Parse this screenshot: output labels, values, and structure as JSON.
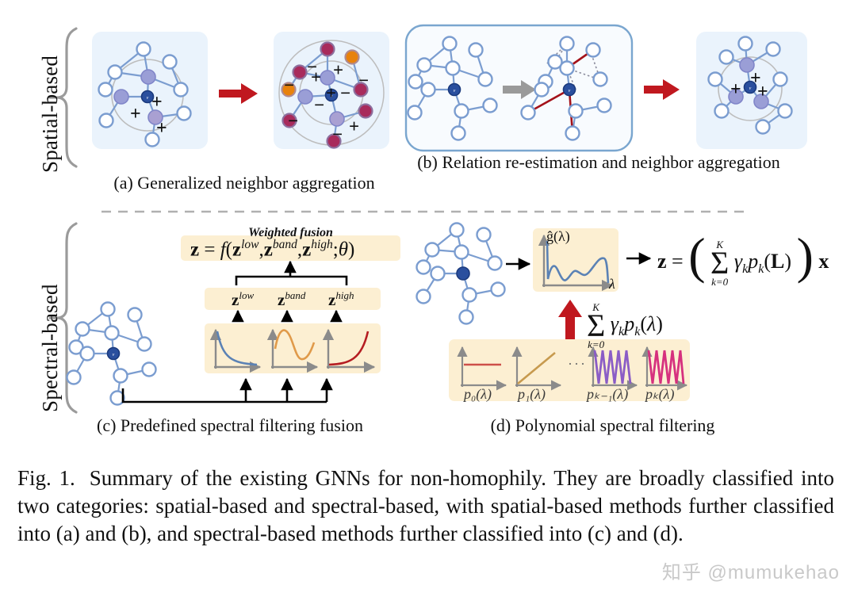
{
  "figure": {
    "title_prefix": "Fig. 1.",
    "caption": "Summary of the existing GNNs for non-homophily. They are broadly classified into two categories: spatial-based and spectral-based, with spatial-based methods further classified into (a) and (b), and spectral-based methods further classified into (c) and (d).",
    "watermark": "知乎 @mumukehao"
  },
  "groups": [
    {
      "id": "spatial",
      "label": "Spatial-based"
    },
    {
      "id": "spectral",
      "label": "Spectral-based"
    }
  ],
  "panels": {
    "a": {
      "caption": "(a) Generalized neighbor aggregation",
      "left_signs": [
        "+",
        "+",
        "+"
      ],
      "right_signs": [
        "−",
        "+",
        "+",
        "−",
        "+",
        "−",
        "−",
        "−",
        "−",
        "+",
        "−"
      ],
      "center_node_label": "v",
      "arrow_color": "#c0181f"
    },
    "b": {
      "caption": "(b) Relation re-estimation and neighbor aggregation",
      "signs": [
        "+",
        "+",
        "+"
      ],
      "center_node_label": "v",
      "arrow1_color": "#9a9a9a",
      "arrow2_color": "#c0181f",
      "reestimated_edge_color": "#a4121a"
    },
    "c": {
      "caption": "(c) Predefined spectral filtering fusion",
      "fusion_label": "Weighted fusion",
      "fusion_formula": "z = f(z^low, z^band, z^high; θ)",
      "z_terms": [
        "z low",
        "z band",
        "z high"
      ],
      "filters": [
        {
          "name": "low-pass",
          "color": "#5b82b5"
        },
        {
          "name": "band-pass",
          "color": "#e09a4a"
        },
        {
          "name": "high-pass",
          "color": "#b51d22"
        }
      ],
      "center_node_label": "v",
      "panel_fill": "#fcefd2"
    },
    "d": {
      "caption": "(d) Polynomial spectral filtering",
      "response_ylabel": "ĝ(λ)",
      "response_xlabel": "λ",
      "output_formula": "z = ( Σ_{k=0}^{K} γ_k p_k(L) ) x",
      "sum_formula": "Σ_{k=0}^{K} γ_k p_k(λ)",
      "sum_upper": "K",
      "sum_lower": "k=0",
      "basis": [
        {
          "label": "p₀(λ)",
          "kind": "constant",
          "color": "#cd4f49"
        },
        {
          "label": "p₁(λ)",
          "kind": "linear",
          "color": "#c79a4e"
        },
        {
          "label": "pₖ₋₁(λ)",
          "kind": "oscillating",
          "color": "#8a5cc6"
        },
        {
          "label": "pₖ(λ)",
          "kind": "oscillating",
          "color": "#d6307e"
        }
      ],
      "ellipsis": "···",
      "center_node_label": "v",
      "panel_fill": "#fcefd2",
      "arrow_color": "#c0181f",
      "response_curve_color": "#5b82b5"
    }
  },
  "palette": {
    "node_outline": "#7b9dd0",
    "node_fill": "#ffffff",
    "node_center": "#2a4f9e",
    "node_purple": "#9a9ed6",
    "node_crimson": "#a82b5c",
    "node_orange": "#e8820c",
    "edge": "#7b9dd0",
    "box_fill": "#eaf3fc",
    "box_stroke": "#7aa6cf",
    "ring": "#b6b6b6",
    "bracket": "#9b9b9b",
    "divider": "#b0b0b0"
  }
}
